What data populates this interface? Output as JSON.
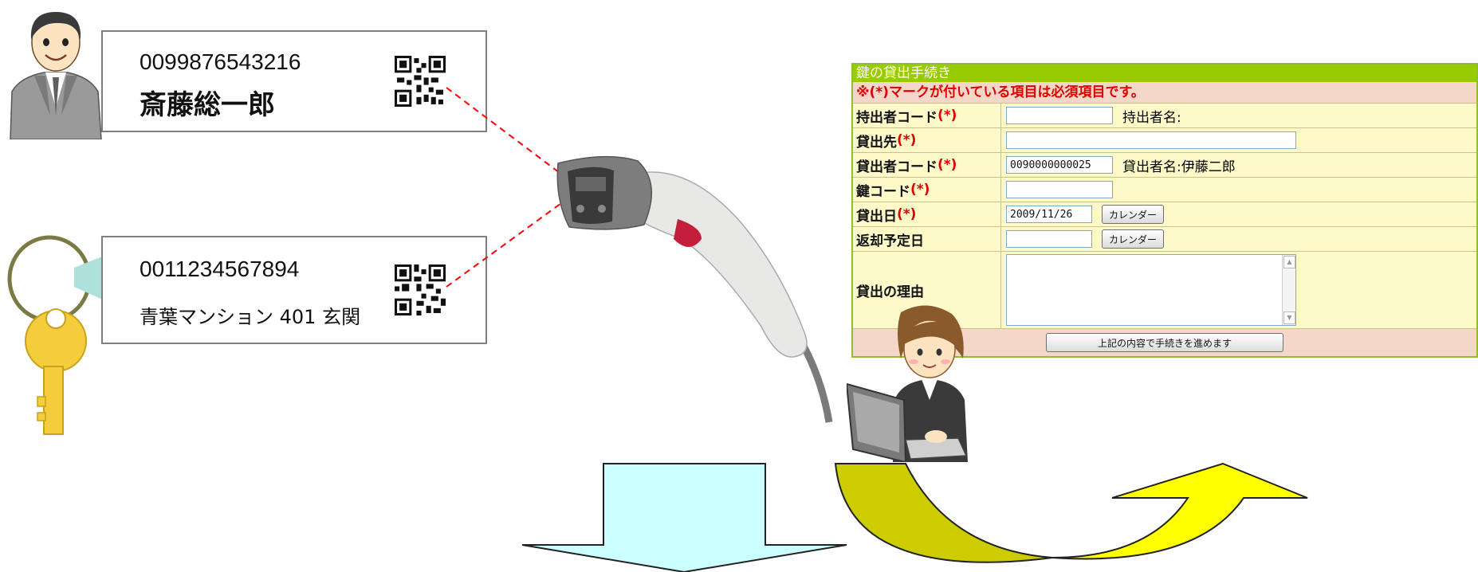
{
  "card_person": {
    "code": "0099876543216",
    "name": "斎藤総一郎"
  },
  "card_key": {
    "code": "0011234567894",
    "name": "青葉マンション 401 玄関"
  },
  "form": {
    "title": "鍵の貸出手続き",
    "note": "※(*)マークが付いている項目は必須項目です。",
    "req_mark": "(*)",
    "borrower_code_label": "持出者コード",
    "borrower_name_label": "持出者名:",
    "destination_label": "貸出先",
    "lender_code_label": "貸出者コード",
    "lender_code_value": "0090000000025",
    "lender_name_text": "貸出者名:伊藤二郎",
    "key_code_label": "鍵コード",
    "loan_date_label": "貸出日",
    "loan_date_value": "2009/11/26",
    "calendar_button": "カレンダー",
    "return_date_label": "返却予定日",
    "reason_label": "貸出の理由",
    "submit_button": "上記の内容で手続きを進めます"
  },
  "colors": {
    "header_green": "#99cc00",
    "note_bg": "#f4d7c8",
    "required_red": "#e00000",
    "form_bg": "#fdf9c9",
    "arrow_blue": "#ccffff",
    "arrow_yellow": "#ffff00",
    "arrow_olive": "#cccc00",
    "scan_line": "#ff0000"
  }
}
